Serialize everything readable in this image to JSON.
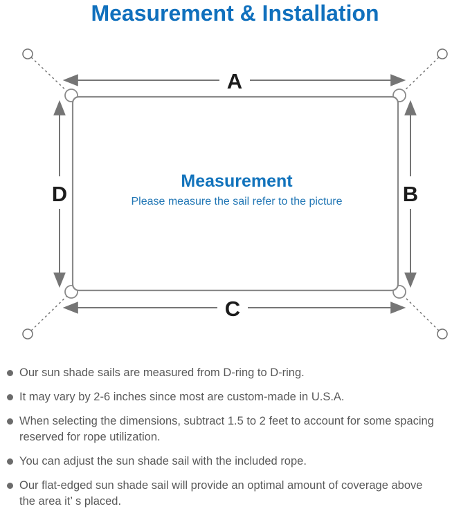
{
  "title": "Measurement & Installation",
  "diagram": {
    "dimension_labels": {
      "top": "A",
      "right": "B",
      "bottom": "C",
      "left": "D"
    },
    "center_title": "Measurement",
    "center_subtitle": "Please measure the sail refer to the picture"
  },
  "notes": [
    {
      "lines": [
        "Our sun shade sails are measured from D-ring to D-ring."
      ]
    },
    {
      "lines": [
        "It may vary by 2-6 inches since most are custom-made in U.S.A."
      ]
    },
    {
      "lines": [
        "When selecting the dimensions, subtract 1.5 to 2 feet to account for some spacing",
        "reserved for rope utilization."
      ]
    },
    {
      "lines": [
        "You can adjust the sun shade sail with the included rope."
      ]
    },
    {
      "lines": [
        "Our flat-edged sun shade sail will provide an optimal amount of coverage above",
        "the area it’ s placed."
      ]
    }
  ],
  "colors": {
    "title_blue": "#1070bd",
    "center_title_blue": "#1273bc",
    "center_subtitle_blue": "#2277b5",
    "note_text_gray": "#595959",
    "diagram_line_gray": "#757575",
    "sail_outline_gray": "#8a8a8a",
    "dimension_label_black": "#1c1c1c"
  }
}
